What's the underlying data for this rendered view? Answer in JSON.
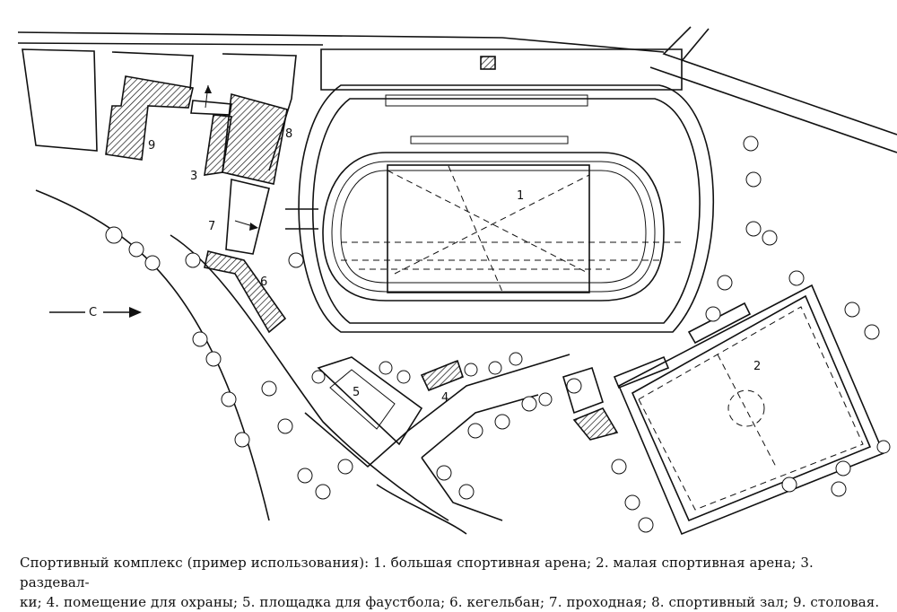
{
  "labels": {
    "arena_big": "1",
    "arena_small": "2",
    "locker": "3",
    "guard": "4",
    "faustball": "5",
    "bowling": "6",
    "entrance": "7",
    "gym": "8",
    "canteen": "9",
    "north": "С"
  },
  "caption": {
    "line1": "Спортивный комплекс (пример использования): 1. большая спортивная арена; 2. малая спортивная арена; 3. раздевал-",
    "line2": "ки; 4. помещение для охраны; 5. площадка для фаустбола; 6. кегельбан; 7. проходная; 8. спортивный зал; 9. столовая."
  }
}
